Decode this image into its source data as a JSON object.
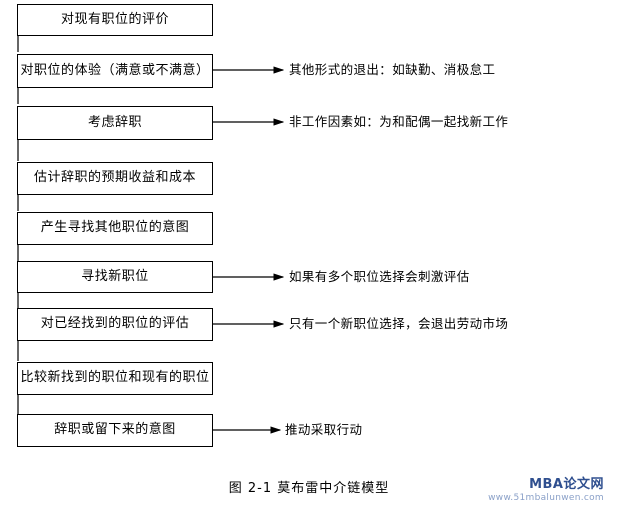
{
  "figure": {
    "caption": "图 2-1   莫布雷中介链模型",
    "watermark_main": "MBA论文网",
    "watermark_sub": "www.51mbalunwen.com"
  },
  "nodes": [
    {
      "id": "n1",
      "label": "对现有职位的评价"
    },
    {
      "id": "n2",
      "label": "对职位的体验（满意或不满意）"
    },
    {
      "id": "n3",
      "label": "考虑辞职"
    },
    {
      "id": "n4",
      "label": "估计辞职的预期收益和成本"
    },
    {
      "id": "n5",
      "label": "产生寻找其他职位的意图"
    },
    {
      "id": "n6",
      "label": "寻找新职位"
    },
    {
      "id": "n7",
      "label": "对已经找到的职位的评估"
    },
    {
      "id": "n8",
      "label": "比较新找到的职位和现有的职位"
    },
    {
      "id": "n9",
      "label": "辞职或留下来的意图"
    }
  ],
  "side_labels": [
    {
      "id": "s1",
      "text": "其他形式的退出：如缺勤、消极怠工"
    },
    {
      "id": "s2",
      "text": "非工作因素如：为和配偶一起找新工作"
    },
    {
      "id": "s3",
      "text": "如果有多个职位选择会刺激评估"
    },
    {
      "id": "s4",
      "text": "只有一个新职位选择，会退出劳动市场"
    },
    {
      "id": "s5",
      "text": "推动采取行动"
    }
  ],
  "colors": {
    "line": "#000000",
    "box_fill": "#ffffff",
    "watermark": "#2f4f8f"
  }
}
